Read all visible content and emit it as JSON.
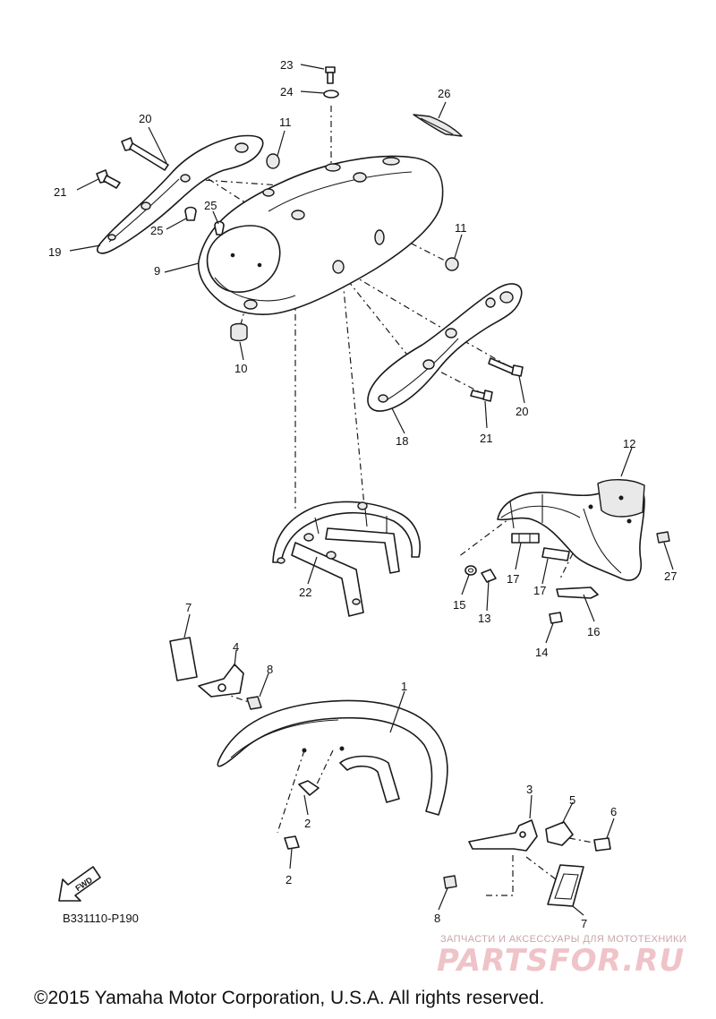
{
  "callouts": [
    {
      "id": "c23",
      "label": "23"
    },
    {
      "id": "c24",
      "label": "24"
    },
    {
      "id": "c26",
      "label": "26"
    },
    {
      "id": "c20a",
      "label": "20"
    },
    {
      "id": "c11a",
      "label": "11"
    },
    {
      "id": "c21a",
      "label": "21"
    },
    {
      "id": "c25a",
      "label": "25"
    },
    {
      "id": "c25b",
      "label": "25"
    },
    {
      "id": "c19",
      "label": "19"
    },
    {
      "id": "c9",
      "label": "9"
    },
    {
      "id": "c11b",
      "label": "11"
    },
    {
      "id": "c10",
      "label": "10"
    },
    {
      "id": "c20b",
      "label": "20"
    },
    {
      "id": "c21b",
      "label": "21"
    },
    {
      "id": "c18",
      "label": "18"
    },
    {
      "id": "c12",
      "label": "12"
    },
    {
      "id": "c27",
      "label": "27"
    },
    {
      "id": "c22",
      "label": "22"
    },
    {
      "id": "c17a",
      "label": "17"
    },
    {
      "id": "c17b",
      "label": "17"
    },
    {
      "id": "c15",
      "label": "15"
    },
    {
      "id": "c13",
      "label": "13"
    },
    {
      "id": "c16",
      "label": "16"
    },
    {
      "id": "c14",
      "label": "14"
    },
    {
      "id": "c7a",
      "label": "7"
    },
    {
      "id": "c4",
      "label": "4"
    },
    {
      "id": "c8a",
      "label": "8"
    },
    {
      "id": "c1",
      "label": "1"
    },
    {
      "id": "c2a",
      "label": "2"
    },
    {
      "id": "c2b",
      "label": "2"
    },
    {
      "id": "c3",
      "label": "3"
    },
    {
      "id": "c5",
      "label": "5"
    },
    {
      "id": "c6",
      "label": "6"
    },
    {
      "id": "c8b",
      "label": "8"
    },
    {
      "id": "c7b",
      "label": "7"
    }
  ],
  "fwd_label": "FWD",
  "drawing_code": "B331110-P190",
  "watermark": {
    "tagline": "ЗАПЧАСТИ И АКСЕССУАРЫ ДЛЯ МОТОТЕХНИКИ",
    "brand": "PARTSFOR.RU"
  },
  "copyright": "©2015 Yamaha Motor Corporation, U.S.A. All rights reserved."
}
